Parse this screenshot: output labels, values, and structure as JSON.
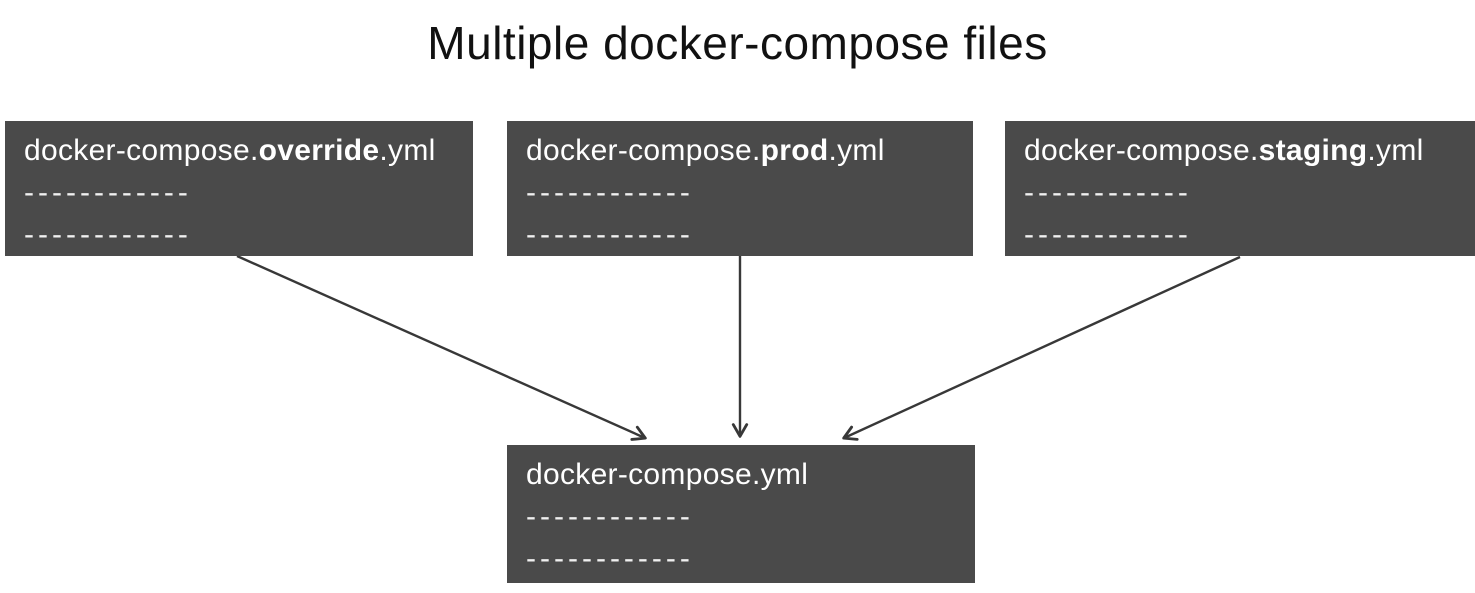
{
  "title": "Multiple docker-compose files",
  "colors": {
    "box_bg": "#4a4a4a",
    "box_text": "#ffffff",
    "dash": "#f0f0f0",
    "arrow": "#383838",
    "title_text": "#111111"
  },
  "nodes": {
    "override": {
      "prefix": "docker-compose.",
      "emphasis": "override",
      "suffix": ".yml",
      "dash_line_1": "------------",
      "dash_line_2": "------------"
    },
    "prod": {
      "prefix": "docker-compose.",
      "emphasis": "prod",
      "suffix": ".yml",
      "dash_line_1": "------------",
      "dash_line_2": "------------"
    },
    "staging": {
      "prefix": "docker-compose.",
      "emphasis": "staging",
      "suffix": ".yml",
      "dash_line_1": "------------",
      "dash_line_2": "------------"
    },
    "main": {
      "prefix": "docker-compose.yml",
      "emphasis": "",
      "suffix": "",
      "dash_line_1": "------------",
      "dash_line_2": "------------"
    }
  },
  "edges": [
    {
      "from": "docker-compose.override.yml",
      "to": "docker-compose.yml"
    },
    {
      "from": "docker-compose.prod.yml",
      "to": "docker-compose.yml"
    },
    {
      "from": "docker-compose.staging.yml",
      "to": "docker-compose.yml"
    }
  ]
}
